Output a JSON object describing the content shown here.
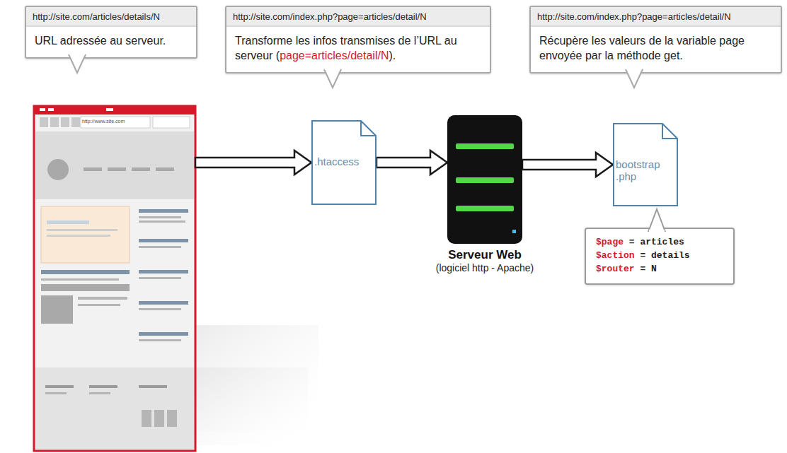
{
  "diagram": {
    "nodes": [
      {
        "text": [
          "http://site.com/articles/details/N",
          "URL adressée au serveur."
        ]
      },
      {
        "text": [
          "http://site.com/index.php?page=articles/detail/N",
          "Transforme les infos transmises de l’URL au serveur (page=articles/detail/N)."
        ]
      },
      {
        "text": [
          "http://site.com/index.php?page=articles/detail/N",
          "Récupère les valeurs de la variable page envoyée par la méthode get."
        ]
      },
      {
        "text": [
          "http://www.site.com"
        ]
      },
      {
        "text": [
          ".htaccess"
        ]
      },
      {
        "text": [
          "Serveur Web",
          "(logiciel http - Apache)"
        ]
      },
      {
        "text": [
          "bootstrap .php"
        ]
      },
      {
        "text": [
          "$page = articles",
          "$action = details",
          "$router = N"
        ]
      }
    ],
    "edges": [
      {
        "from": 3,
        "to": 4,
        "arrow": "to"
      },
      {
        "from": 4,
        "to": 5,
        "arrow": "to"
      },
      {
        "from": 5,
        "to": 6,
        "arrow": "to"
      }
    ]
  }
}
